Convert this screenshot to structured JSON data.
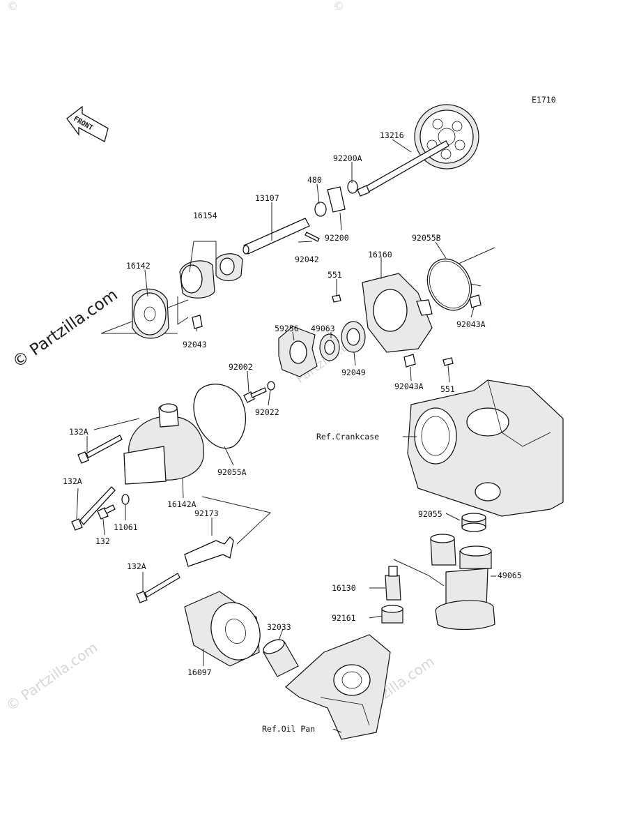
{
  "diagram_code": "E1710",
  "front_label": "FRONT",
  "watermark": "© Partzilla.com",
  "parts": {
    "p13216": "13216",
    "p92200A": "92200A",
    "p480": "480",
    "p13107": "13107",
    "p92200": "92200",
    "p16154": "16154",
    "p92042": "92042",
    "p16142": "16142",
    "p16160": "16160",
    "p92055B": "92055B",
    "p551a": "551",
    "p49063": "49063",
    "p59256": "59256",
    "p92043": "92043",
    "p92043A_a": "92043A",
    "p92049": "92049",
    "p92002": "92002",
    "p92043A_b": "92043A",
    "p551b": "551",
    "p92022": "92022",
    "p132A_a": "132A",
    "p92055A": "92055A",
    "p132A_b": "132A",
    "p16142A": "16142A",
    "p11061": "11061",
    "p132": "132",
    "p92173": "92173",
    "p92055": "92055",
    "p49065": "49065",
    "p132A_c": "132A",
    "p16130": "16130",
    "p92161": "92161",
    "p32033": "32033",
    "p16097": "16097"
  },
  "references": {
    "crankcase": "Ref.Crankcase",
    "oil_pan": "Ref.Oil Pan"
  }
}
